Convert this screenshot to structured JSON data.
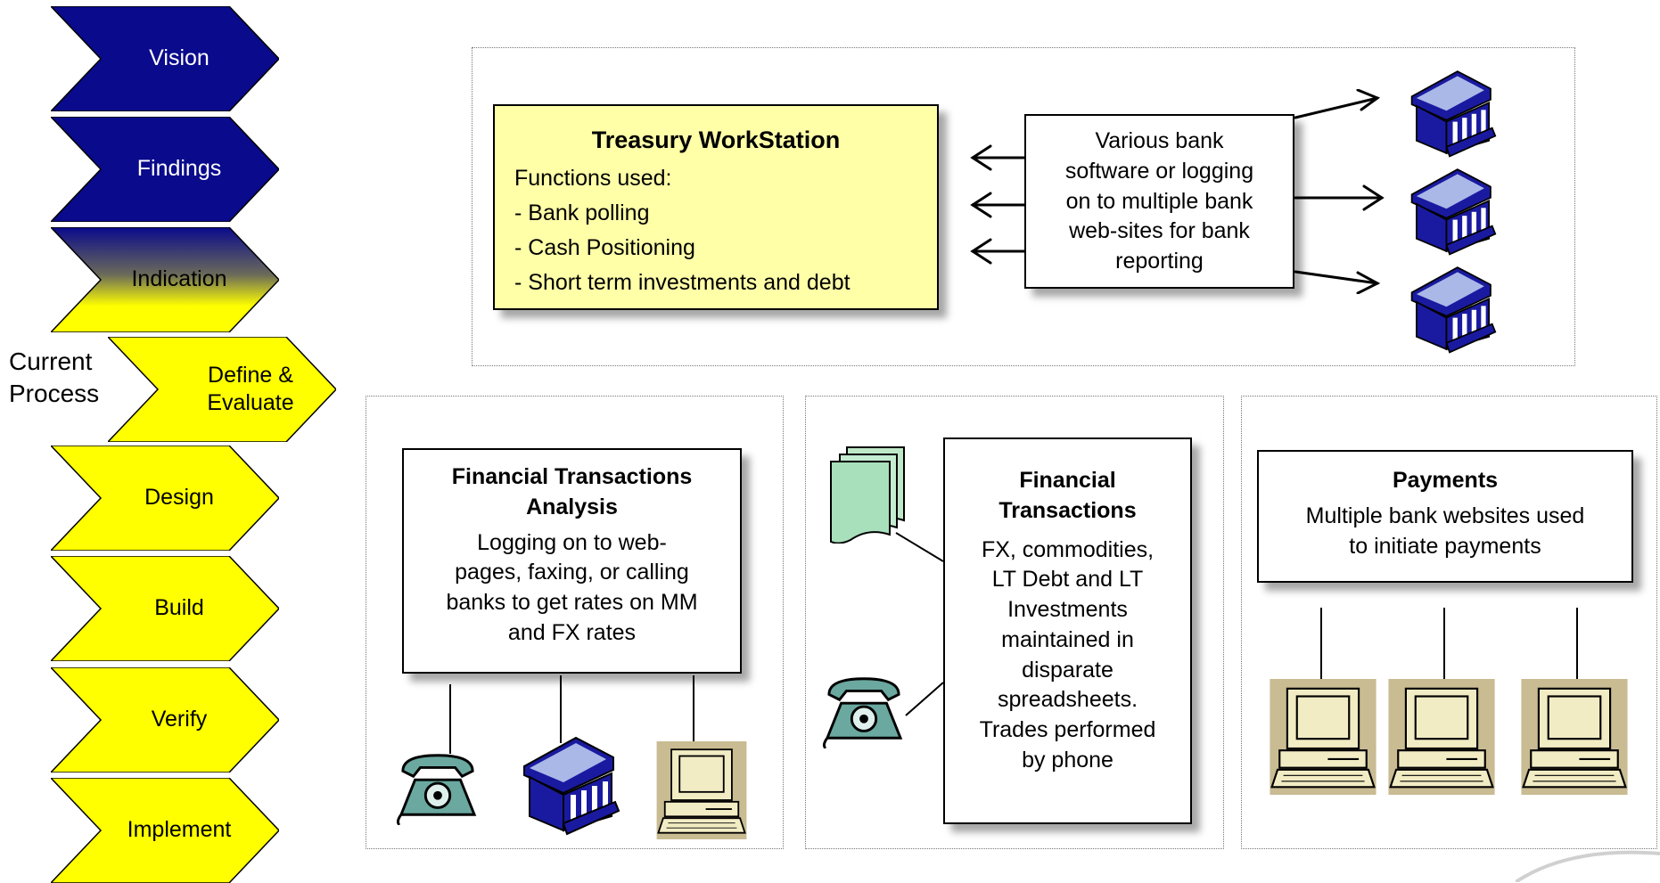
{
  "process_steps": [
    {
      "label": "Vision",
      "style": "navy"
    },
    {
      "label": "Findings",
      "style": "navy"
    },
    {
      "label": "Indication",
      "style": "gradient"
    },
    {
      "label": "Define &\nEvaluate",
      "style": "yellow"
    },
    {
      "label": "Design",
      "style": "yellow"
    },
    {
      "label": "Build",
      "style": "yellow"
    },
    {
      "label": "Verify",
      "style": "yellow"
    },
    {
      "label": "Implement",
      "style": "yellow"
    }
  ],
  "current_label": {
    "line1": "Current",
    "line2": "Process"
  },
  "treasury": {
    "title": "Treasury WorkStation",
    "subtitle": "Functions used:",
    "items": [
      "- Bank polling",
      "- Cash Positioning",
      "- Short term investments and debt"
    ]
  },
  "bank_software": {
    "lines": [
      "Various bank",
      "software or logging",
      "on to multiple bank",
      "web-sites for bank",
      "reporting"
    ]
  },
  "fta": {
    "title_lines": [
      "Financial Transactions",
      "Analysis"
    ],
    "body_lines": [
      "Logging on to web-",
      "pages, faxing, or calling",
      "banks to get rates on MM",
      "and FX rates"
    ]
  },
  "ft": {
    "title_lines": [
      "Financial",
      "Transactions"
    ],
    "body_lines": [
      "FX, commodities,",
      "LT Debt and LT",
      "Investments",
      "maintained in",
      "disparate",
      "spreadsheets.",
      "Trades performed",
      "by phone"
    ]
  },
  "payments": {
    "title": "Payments",
    "body_lines": [
      "Multiple bank websites used",
      "to initiate payments"
    ]
  },
  "colors": {
    "navy": "#0a0a8c",
    "yellow": "#ffff00",
    "note_yellow": "#ffffa8",
    "bank_blue": "#1a1aa0",
    "phone_teal": "#6aa8a0",
    "computer_beige": "#f2ecc4"
  },
  "icons": [
    "bank-icon",
    "telephone-icon",
    "computer-icon",
    "spreadsheet-icon",
    "arrow-icon"
  ]
}
